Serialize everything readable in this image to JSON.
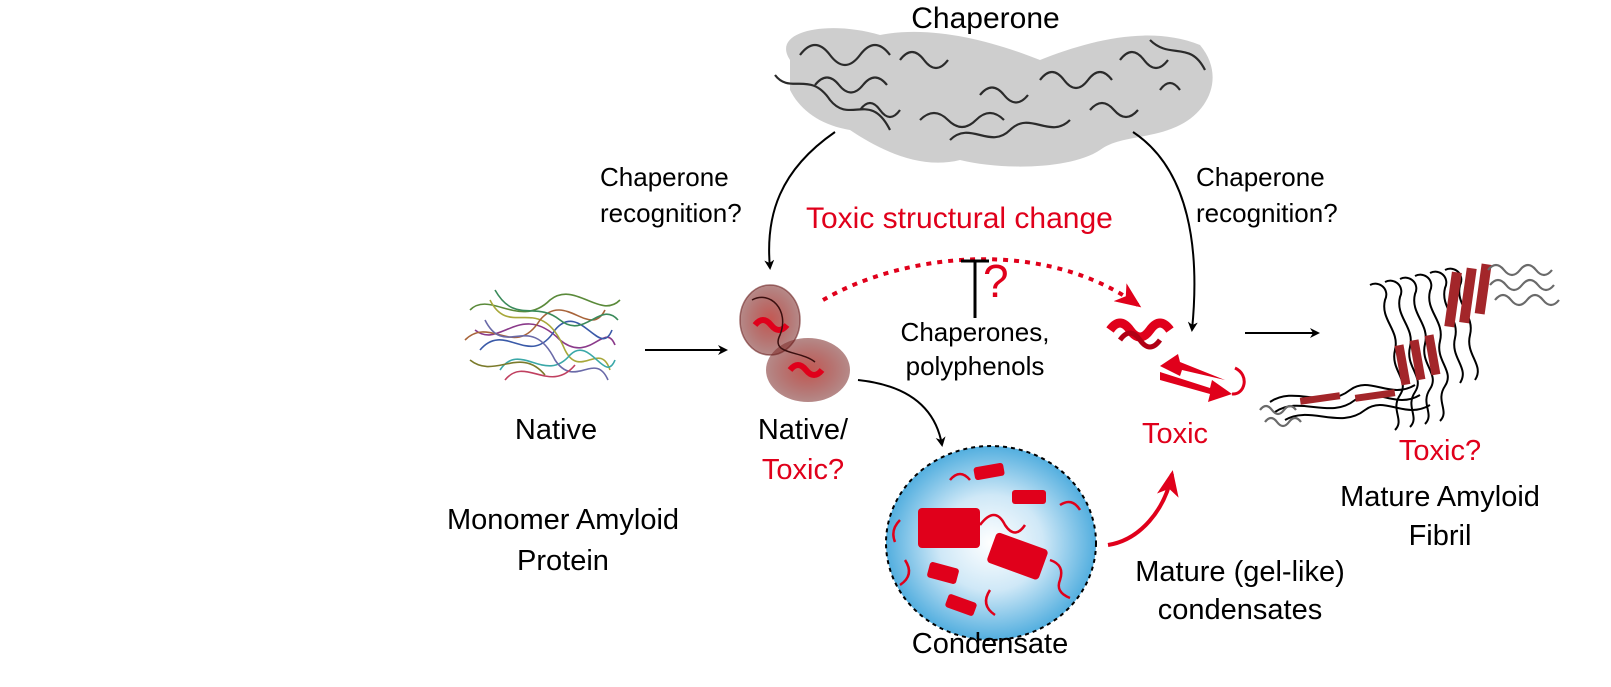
{
  "title": "Chaperone",
  "colors": {
    "toxic_red": "#e0001b",
    "condensate_blue": "#3aa3da",
    "black": "#000000"
  },
  "labels": {
    "recognition_left_line1": "Chaperone",
    "recognition_left_line2": "recognition?",
    "recognition_right_line1": "Chaperone",
    "recognition_right_line2": "recognition?",
    "toxic_structural_change": "Toxic structural change",
    "inhibition_mark": "?",
    "inhibitors_line1": "Chaperones,",
    "inhibitors_line2": "polyphenols",
    "native": "Native",
    "monomer_line1": "Monomer Amyloid",
    "monomer_line2": "Protein",
    "native_toxic_line1": "Native/",
    "native_toxic_line2": "Toxic?",
    "condensate": "Condensate",
    "toxic": "Toxic",
    "mature_condensates_line1": "Mature (gel-like)",
    "mature_condensates_line2": "condensates",
    "fibril_toxic": "Toxic?",
    "fibril_line1": "Mature Amyloid",
    "fibril_line2": "Fibril"
  },
  "nodes": [
    {
      "id": "chaperone",
      "icon": "chaperone-structure-icon"
    },
    {
      "id": "native",
      "icon": "native-monomer-icon"
    },
    {
      "id": "native-toxic",
      "icon": "native-toxic-protein-icon"
    },
    {
      "id": "condensate",
      "icon": "condensate-droplet-icon"
    },
    {
      "id": "toxic",
      "icon": "toxic-structure-icon"
    },
    {
      "id": "fibril",
      "icon": "amyloid-fibril-icon"
    }
  ]
}
